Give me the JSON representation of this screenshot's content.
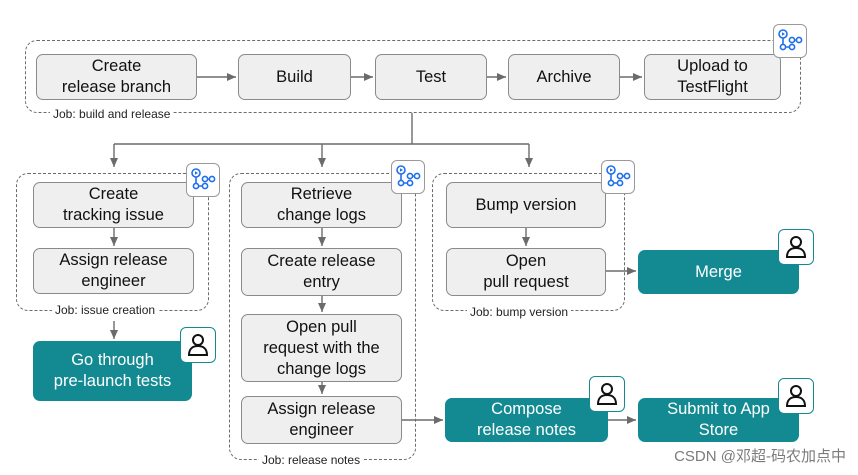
{
  "colors": {
    "human_step": "#138a92",
    "automated_step": "#efefef",
    "connector": "#6b6b6b"
  },
  "icons": {
    "workflow": "github-actions-workflow-icon",
    "human": "person-icon"
  },
  "jobs": {
    "build_release": {
      "label": "Job: build and release",
      "steps": [
        "Create\nrelease branch",
        "Build",
        "Test",
        "Archive",
        "Upload to\nTestFlight"
      ]
    },
    "issue_creation": {
      "label": "Job: issue creation",
      "steps": [
        "Create\ntracking issue",
        "Assign release\nengineer"
      ]
    },
    "release_notes": {
      "label": "Job: release notes",
      "steps": [
        "Retrieve\nchange logs",
        "Create release\nentry",
        "Open pull\nrequest with the\nchange logs",
        "Assign release\nengineer"
      ]
    },
    "bump_version": {
      "label": "Job: bump version",
      "steps": [
        "Bump version",
        "Open\npull request"
      ]
    }
  },
  "manual_steps": {
    "pre_launch": "Go through\npre-launch tests",
    "compose": "Compose\nrelease notes",
    "submit": "Submit to App\nStore",
    "merge": "Merge"
  },
  "watermark": "CSDN @邓超-码农加点中"
}
